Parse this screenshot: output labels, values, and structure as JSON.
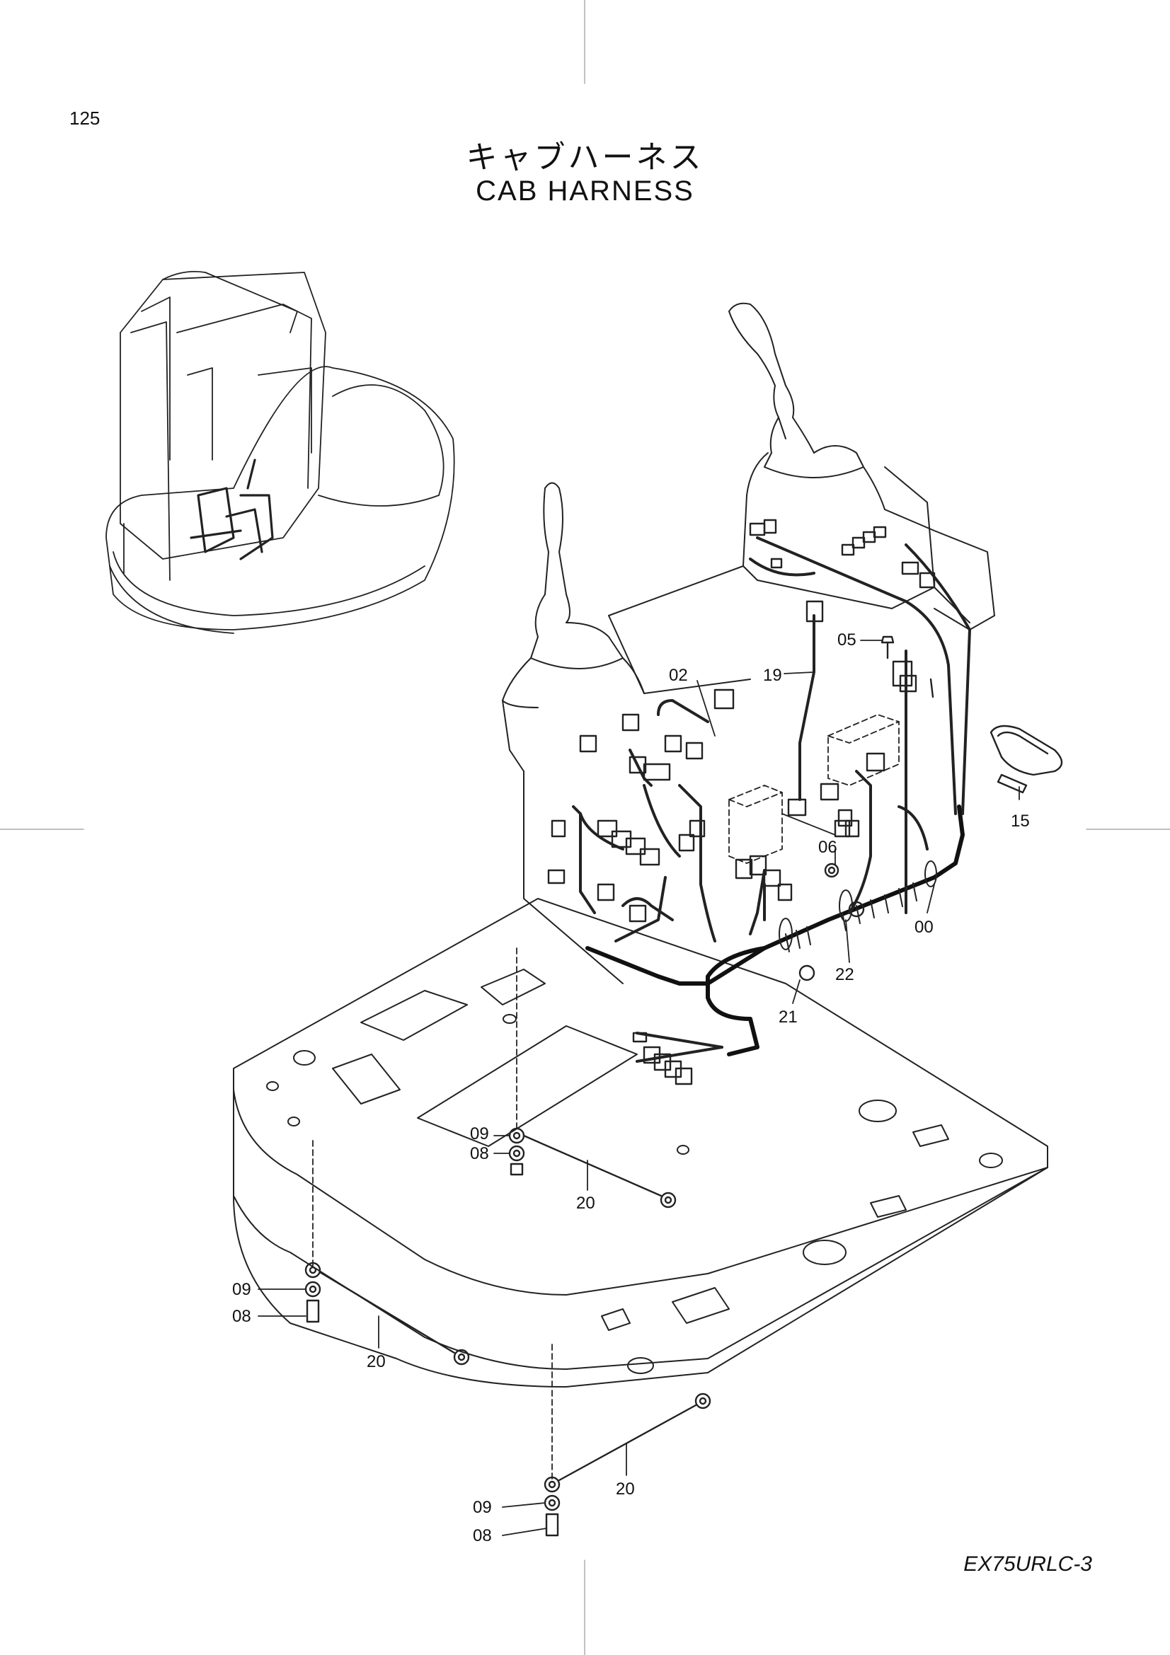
{
  "page": {
    "number": "125",
    "title_jp": "キャブハーネス",
    "title_en": "CAB  HARNESS",
    "model": "EX75URLC-3"
  },
  "callouts": [
    {
      "id": "02",
      "label": "02"
    },
    {
      "id": "19",
      "label": "19"
    },
    {
      "id": "05",
      "label": "05"
    },
    {
      "id": "15",
      "label": "15"
    },
    {
      "id": "06",
      "label": "06"
    },
    {
      "id": "00",
      "label": "00"
    },
    {
      "id": "22",
      "label": "22"
    },
    {
      "id": "21",
      "label": "21"
    },
    {
      "id": "09a",
      "label": "09"
    },
    {
      "id": "08a",
      "label": "08"
    },
    {
      "id": "20a",
      "label": "20"
    },
    {
      "id": "09b",
      "label": "09"
    },
    {
      "id": "08b",
      "label": "08"
    },
    {
      "id": "20b",
      "label": "20"
    },
    {
      "id": "20c",
      "label": "20"
    },
    {
      "id": "09c",
      "label": "09"
    },
    {
      "id": "08c",
      "label": "08"
    }
  ],
  "colors": {
    "line": "#222222",
    "background": "#ffffff"
  }
}
